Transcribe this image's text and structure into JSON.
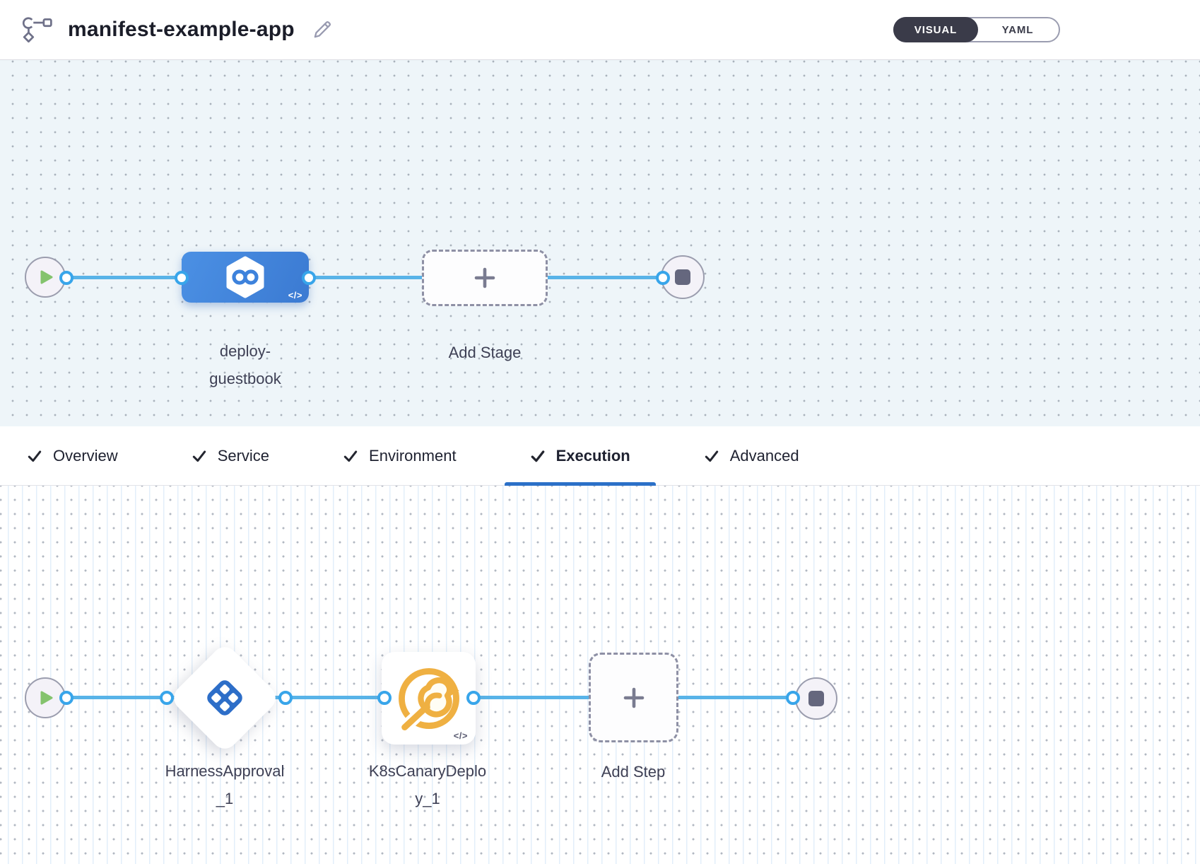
{
  "header": {
    "title": "manifest-example-app",
    "view_toggle": {
      "visual_label": "VISUAL",
      "yaml_label": "YAML",
      "active": "VISUAL"
    }
  },
  "stage_pipeline": {
    "stage_name": "deploy-guestbook",
    "stage_code_badge": "</>",
    "add_stage_label": "Add Stage"
  },
  "tabs": [
    {
      "label": "Overview",
      "checked": true,
      "active": false
    },
    {
      "label": "Service",
      "checked": true,
      "active": false
    },
    {
      "label": "Environment",
      "checked": true,
      "active": false
    },
    {
      "label": "Execution",
      "checked": true,
      "active": true
    },
    {
      "label": "Advanced",
      "checked": true,
      "active": false
    }
  ],
  "execution_pipeline": {
    "steps": [
      {
        "name": "HarnessApproval_1",
        "icon": "harness-approval-icon"
      },
      {
        "name": "K8sCanaryDeploy_1",
        "icon": "canary-deploy-icon",
        "code_badge": "</>"
      }
    ],
    "add_step_label": "Add Step"
  },
  "colors": {
    "accent_blue": "#2b70c8",
    "connector_blue": "#58b3e8",
    "stage_node_blue": "#3f83da",
    "approval_icon_blue": "#2d6ec8",
    "canary_amber": "#efb042",
    "play_green": "#84c36d",
    "toggle_active_bg": "#3a3b49",
    "canvas_top_bg": "#eef5f9"
  }
}
